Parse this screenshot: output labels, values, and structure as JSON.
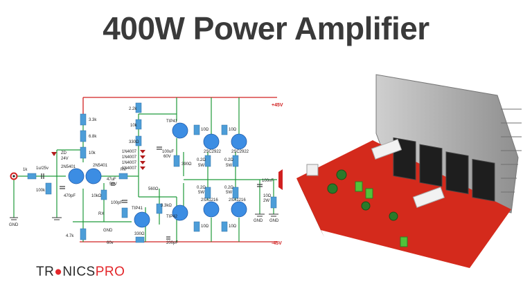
{
  "title": "400W Power Amplifier",
  "logo": {
    "part1": "TR",
    "part2": "NICS",
    "part3": "PRO",
    "dot_color": "#e3262a"
  },
  "colors": {
    "wire_red": "#d12020",
    "wire_green": "#1e9a3a",
    "resistor_blue": "#4d9dd8",
    "transistor_blue": "#3c8de3",
    "pcb_red": "#d42a1c"
  },
  "schematic": {
    "rails": {
      "positive": "+45V",
      "negative": "-45V"
    },
    "ground_labels": [
      "GND",
      "GND",
      "GND",
      "GND"
    ],
    "components": {
      "r_33k": "3.3k",
      "r_68k": "6.8k",
      "r_10k_a": "10k",
      "r_1k": "1k",
      "cap_in": "1u/25v",
      "r_100k": "100k",
      "cap_470p": "470pF",
      "zener": "ZD",
      "zener_v": "24V",
      "r_47": "4.7k",
      "q1": "2N5401",
      "q2": "2N5401",
      "r_22k": "2.2k",
      "r_10k_b": "10k",
      "r_330": "330Ω",
      "d1": "1N4007",
      "d2": "1N4007",
      "d3": "1N4007",
      "d4": "1N4007",
      "cap_100u": "100uF",
      "cap_100u_v": "60V",
      "tip41_top": "TIP41",
      "rv": "RV",
      "cap_47u": "47uF",
      "cap_47u_v": "50V",
      "r_10kb": "10kΩ",
      "cap_100p": "100pF",
      "rx": "RX",
      "cap_60v": "60v",
      "tip41_bot": "TIP41",
      "r_330b": "330Ω",
      "r_560": "560Ω",
      "r_33kb": "3.3kΩ",
      "tip42": "TIP42",
      "cap_200p": "200pF",
      "r_390": "390Ω",
      "q_2sc_a": "2SC2922",
      "q_2sc_b": "2SC2922",
      "r_10_a": "10Ω",
      "r_10_b": "10Ω",
      "r_02_a": "0.2Ω",
      "r_02_a_w": "5W",
      "r_02_b": "0.2Ω",
      "r_02_b_w": "5W",
      "q_2sa_a": "2SA1216",
      "q_2sa_b": "2SA1216",
      "r_02_c": "0.2Ω",
      "r_02_c_w": "5W",
      "r_02_d": "0.2Ω",
      "r_02_d_w": "5W",
      "r_10_c": "10Ω",
      "r_10_d": "10Ω",
      "cap_100n": "100nF",
      "r_10b": "10Ω",
      "r_10b_w": "2W"
    }
  }
}
